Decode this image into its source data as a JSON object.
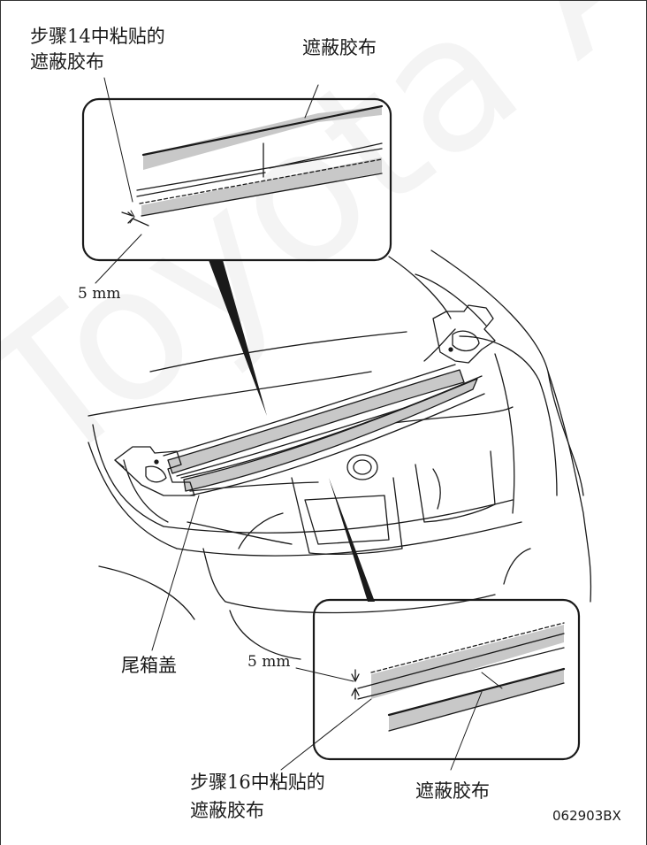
{
  "figure_code": "062903BX",
  "watermark": "Toyota Access",
  "labels": {
    "top_left_line1": "步骤14中粘贴的",
    "top_left_line2": "遮蔽胶布",
    "top_right": "遮蔽胶布",
    "dim_top": "5 mm",
    "trunk_lid": "尾箱盖",
    "dim_bottom": "5 mm",
    "bottom_left_line1": "步骤16中粘贴的",
    "bottom_left_line2": "遮蔽胶布",
    "bottom_right": "遮蔽胶布"
  },
  "colors": {
    "tape": "#c8c8c8",
    "line": "#1a1a1a"
  }
}
